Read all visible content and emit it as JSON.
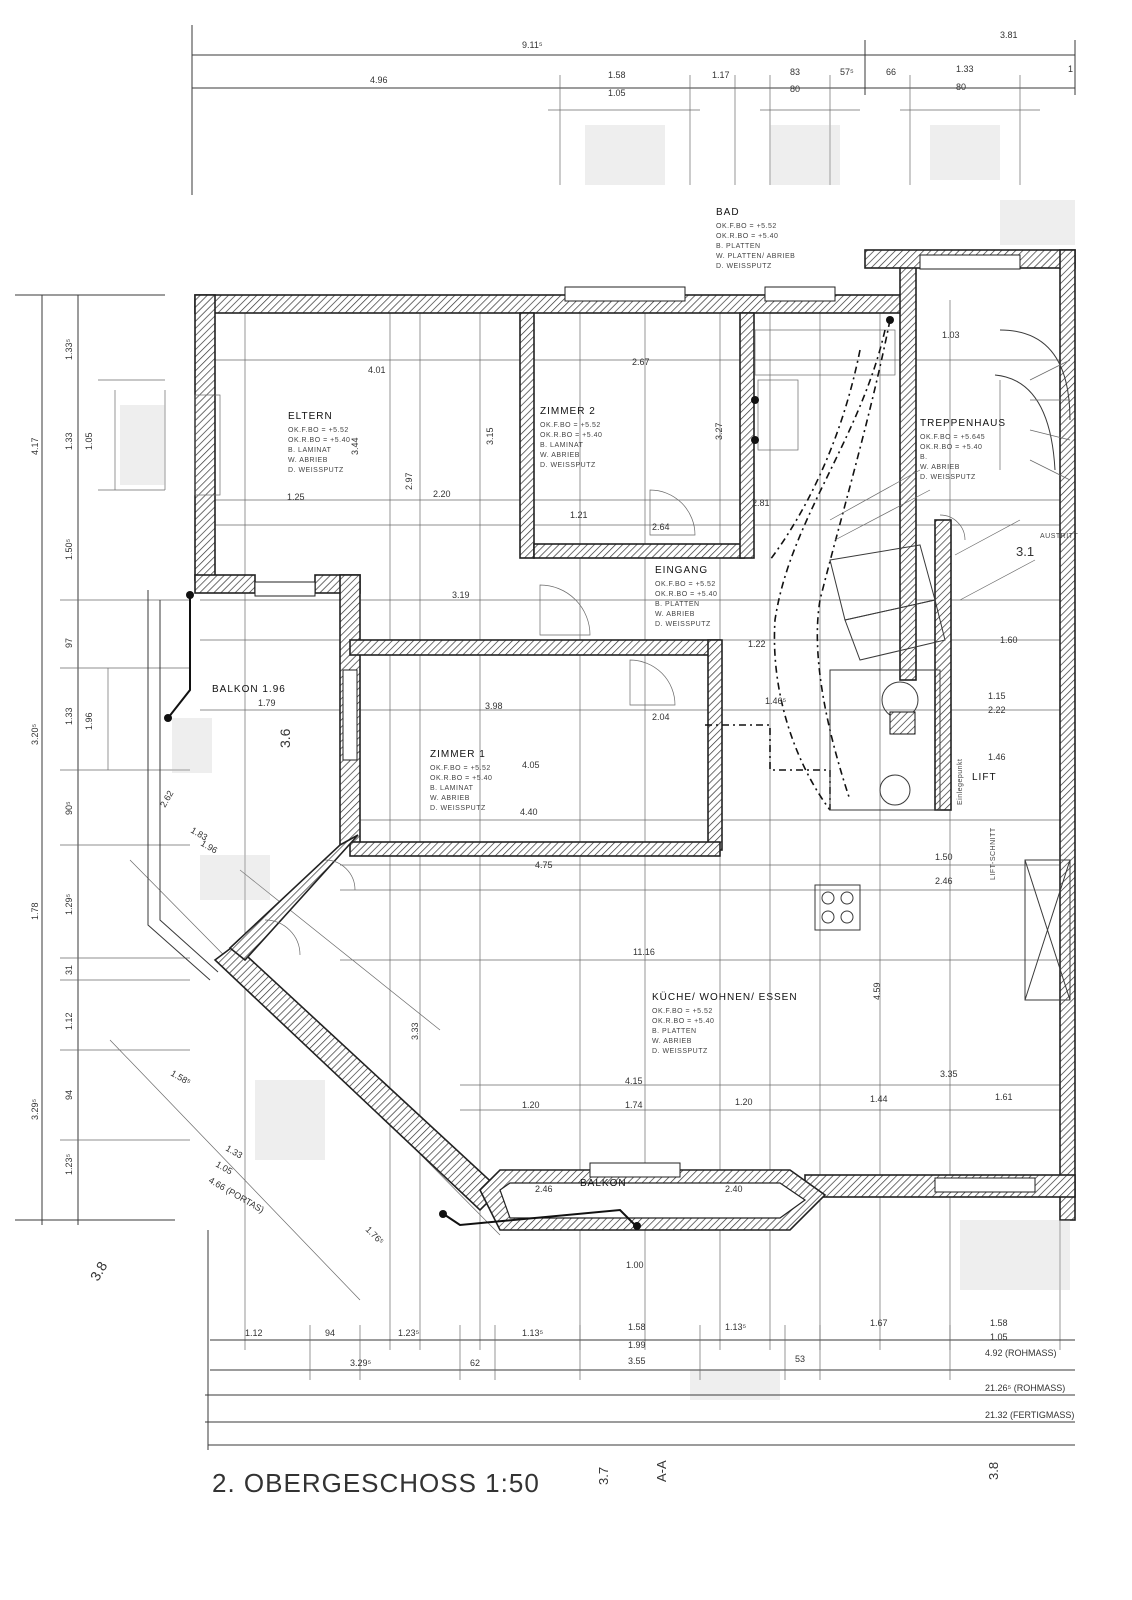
{
  "title": "2. OBERGESCHOSS 1:50",
  "section_marks": [
    "3.7",
    "A-A",
    "3.8",
    "3.8",
    "3.6",
    "3.1"
  ],
  "rooms": [
    {
      "name": "BAD",
      "spec": [
        "OK.F.BO = +5.52",
        "OK.R.BO = +5.40",
        "B. PLATTEN",
        "W. PLATTEN/ ABRIEB",
        "D. WEISSPUTZ"
      ]
    },
    {
      "name": "ELTERN",
      "spec": [
        "OK.F.BO = +5.52",
        "OK.R.BO = +5.40",
        "B. LAMINAT",
        "W. ABRIEB",
        "D. WEISSPUTZ"
      ]
    },
    {
      "name": "ZIMMER 2",
      "spec": [
        "OK.F.BO = +5.52",
        "OK.R.BO = +5.40",
        "B. LAMINAT",
        "W. ABRIEB",
        "D. WEISSPUTZ"
      ]
    },
    {
      "name": "TREPPENHAUS",
      "spec": [
        "OK.F.BO = +5.645",
        "OK.R.BO = +5.40",
        "B.",
        "W. ABRIEB",
        "D. WEISSPUTZ"
      ]
    },
    {
      "name": "EINGANG",
      "spec": [
        "OK.F.BO = +5.52",
        "OK.R.BO = +5.40",
        "B. PLATTEN",
        "W. ABRIEB",
        "D. WEISSPUTZ"
      ]
    },
    {
      "name": "ZIMMER 1",
      "spec": [
        "OK.F.BO = +5.52",
        "OK.R.BO = +5.40",
        "B. LAMINAT",
        "W. ABRIEB",
        "D. WEISSPUTZ"
      ]
    },
    {
      "name": "KÜCHE/ WOHNEN/ ESSEN",
      "spec": [
        "OK.F.BO = +5.52",
        "OK.R.BO = +5.40",
        "B. PLATTEN",
        "W. ABRIEB",
        "D. WEISSPUTZ"
      ]
    }
  ],
  "labels": {
    "balkon_west": "BALKON 1.96",
    "balkon_west_dim": "1.79",
    "balkon_south": "BALKON",
    "lift": "LIFT",
    "liftschnitt": "LIFT-SCHNITT",
    "einlegepunkt": "Einlegepunkt",
    "austritt": "AUSTRITT"
  },
  "dims_top_row1": [
    "9.11⁵",
    "3.81"
  ],
  "dims_top_row2": [
    "4.96",
    "1.58",
    "1.17",
    "83",
    "57⁵",
    "66",
    "1.33",
    "1"
  ],
  "dims_top_row3": [
    "1.05",
    "80",
    "80"
  ],
  "dims_left": [
    "4.17",
    "1.33⁵",
    "1.33",
    "1.05",
    "1.50⁵",
    "97",
    "3.20⁵",
    "1.33",
    "1.96",
    "90⁵",
    "1.78",
    "1.29⁵",
    "31",
    "1.12",
    "3.29⁵",
    "94",
    "1.23⁵"
  ],
  "dims_bottom_row1": [
    "1.12",
    "94",
    "1.23⁵",
    "1.13⁵",
    "1.58",
    "1.13⁵",
    "1.67",
    "1.58"
  ],
  "dims_bottom_row2": [
    "1.99",
    "1.05"
  ],
  "dims_bottom_row3": [
    "3.29⁵",
    "62",
    "3.55",
    "53",
    "4.92 (ROHMASS)"
  ],
  "dims_bottom_total1": "21.26⁵ (ROHMASS)",
  "dims_bottom_total2": "21.32 (FERTIGMASS)",
  "dims_inner": [
    "4.01",
    "2.67",
    "3.15",
    "3.27",
    "3.44",
    "2.97",
    "2.20",
    "1.25",
    "3.19",
    "3.98",
    "4.05",
    "4.40",
    "4.75",
    "2.04",
    "1.46⁵",
    "2.64",
    "1.21",
    "1.22",
    "2.81",
    "4.15",
    "1.20",
    "1.74",
    "1.20",
    "3.35",
    "1.61",
    "1.44",
    "4.59",
    "3.33",
    "2.62",
    "1.83",
    "1.96",
    "1.58⁵",
    "1.33",
    "1.05",
    "4.66 (PORTAS)",
    "1.76⁵",
    "2.46",
    "1.00",
    "2.40",
    "1.60",
    "1.03",
    "1.15",
    "2.22",
    "1.46",
    "1.50",
    "2.46",
    "11.16"
  ]
}
